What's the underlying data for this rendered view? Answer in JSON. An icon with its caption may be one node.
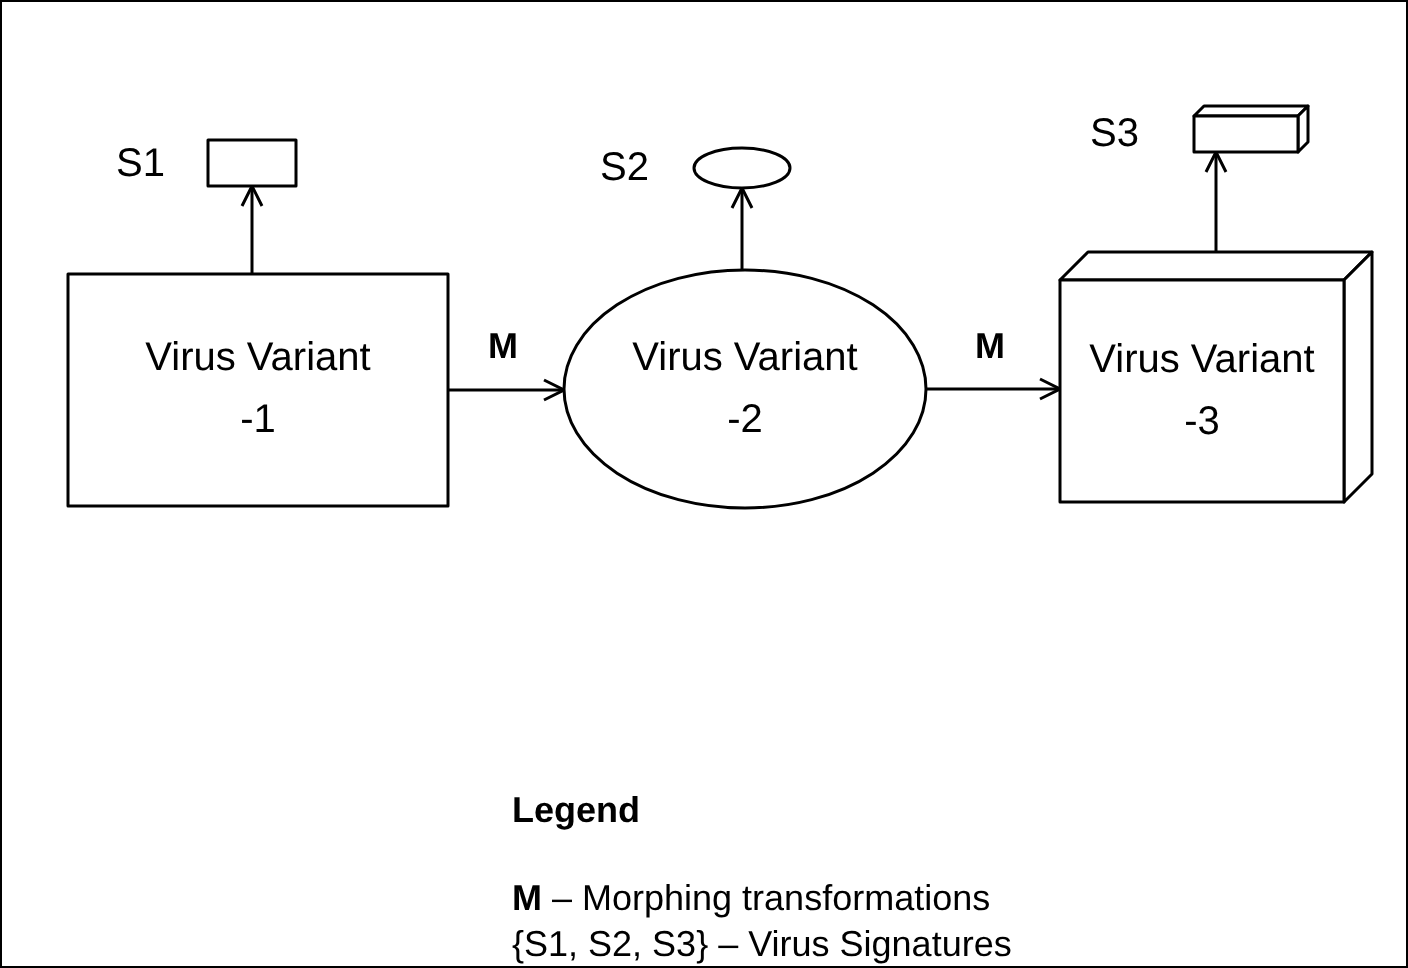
{
  "diagram": {
    "nodes": [
      {
        "text": [
          "Virus Variant -1"
        ]
      },
      {
        "text": [
          "Virus Variant -2"
        ]
      },
      {
        "text": [
          "Virus Variant -3"
        ]
      },
      {
        "text": [],
        "shape": "box",
        "beside": [
          "S1"
        ]
      },
      {
        "text": [],
        "shape": "ellipse",
        "beside": [
          "S2"
        ]
      },
      {
        "text": [],
        "shape": "cube",
        "beside": [
          "S3"
        ]
      }
    ],
    "edges": [
      {
        "from": 0,
        "to": 3,
        "arrow": "to"
      },
      {
        "from": 1,
        "to": 4,
        "arrow": "to"
      },
      {
        "from": 2,
        "to": 5,
        "arrow": "to"
      },
      {
        "from": 0,
        "to": 1,
        "arrow": "to",
        "label": "M"
      },
      {
        "from": 1,
        "to": 2,
        "arrow": "to",
        "label": "M"
      }
    ],
    "labels": [
      "Legend",
      "**M** – Morphing transformations",
      "{S1, S2, S3} – Virus Signatures"
    ]
  }
}
